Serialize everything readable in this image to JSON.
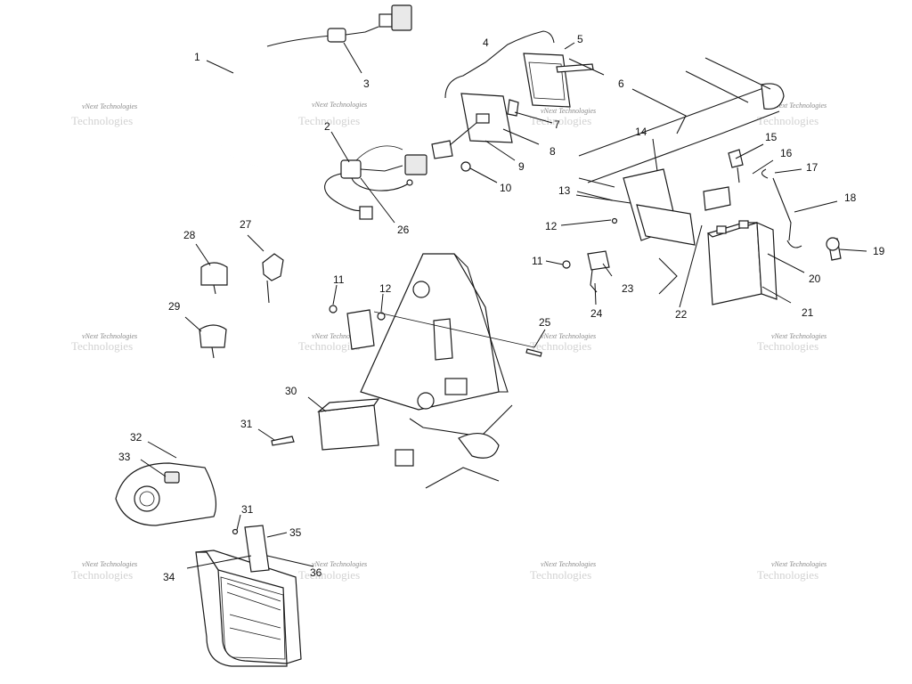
{
  "callouts": [
    {
      "id": "c1",
      "text": "1"
    },
    {
      "id": "c2",
      "text": "2"
    },
    {
      "id": "c3",
      "text": "3"
    },
    {
      "id": "c4",
      "text": "4"
    },
    {
      "id": "c5",
      "text": "5"
    },
    {
      "id": "c6",
      "text": "6"
    },
    {
      "id": "c7",
      "text": "7"
    },
    {
      "id": "c8",
      "text": "8"
    },
    {
      "id": "c9",
      "text": "9"
    },
    {
      "id": "c10",
      "text": "10"
    },
    {
      "id": "c11a",
      "text": "11"
    },
    {
      "id": "c11b",
      "text": "11"
    },
    {
      "id": "c12a",
      "text": "12"
    },
    {
      "id": "c12b",
      "text": "12"
    },
    {
      "id": "c13",
      "text": "13"
    },
    {
      "id": "c14",
      "text": "14"
    },
    {
      "id": "c15",
      "text": "15"
    },
    {
      "id": "c16",
      "text": "16"
    },
    {
      "id": "c17",
      "text": "17"
    },
    {
      "id": "c18",
      "text": "18"
    },
    {
      "id": "c19",
      "text": "19"
    },
    {
      "id": "c20",
      "text": "20"
    },
    {
      "id": "c21",
      "text": "21"
    },
    {
      "id": "c22",
      "text": "22"
    },
    {
      "id": "c23",
      "text": "23"
    },
    {
      "id": "c24",
      "text": "24"
    },
    {
      "id": "c25",
      "text": "25"
    },
    {
      "id": "c26",
      "text": "26"
    },
    {
      "id": "c27",
      "text": "27"
    },
    {
      "id": "c28",
      "text": "28"
    },
    {
      "id": "c29",
      "text": "29"
    },
    {
      "id": "c30",
      "text": "30"
    },
    {
      "id": "c31a",
      "text": "31"
    },
    {
      "id": "c31b",
      "text": "31"
    },
    {
      "id": "c32",
      "text": "32"
    },
    {
      "id": "c33",
      "text": "33"
    },
    {
      "id": "c34",
      "text": "34"
    },
    {
      "id": "c35",
      "text": "35"
    },
    {
      "id": "c36",
      "text": "36"
    }
  ],
  "watermark": {
    "small_text": "vNext Technologies",
    "big_text": "Technologies"
  }
}
